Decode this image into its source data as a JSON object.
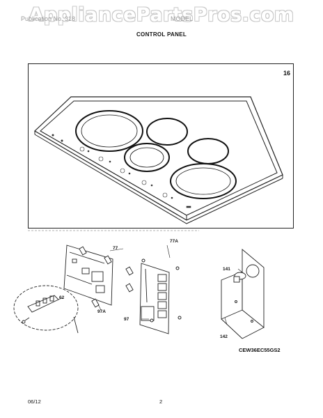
{
  "watermark": "AppliancePartsPros.com",
  "header": {
    "left_faint": "Publication No. 318",
    "right_faint": "MODEL",
    "section_title": "CONTROL PANEL"
  },
  "figure": {
    "number": "16",
    "model_code": "CEW36EC55GS2"
  },
  "callouts": {
    "c77": "77",
    "c77a": "77A",
    "c97a": "97A",
    "c97": "97",
    "c62": "62",
    "c141": "141",
    "c142": "142"
  },
  "footer": {
    "date": "06/12",
    "page": "2"
  }
}
